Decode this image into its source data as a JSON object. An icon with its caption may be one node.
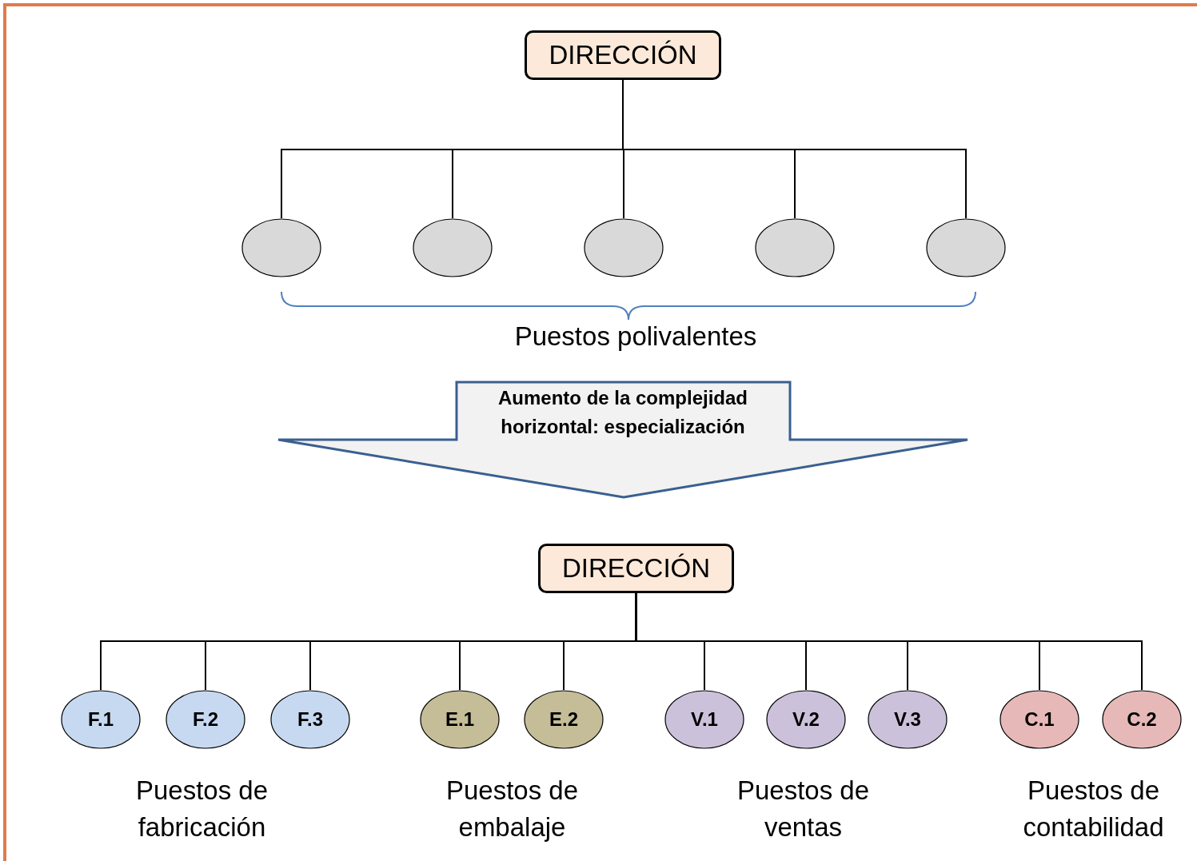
{
  "diagram": {
    "nodes": [
      {
        "text": [
          "DIRECCIÓN"
        ]
      },
      {
        "text": [],
        "shape": "circle"
      },
      {
        "text": [],
        "shape": "circle"
      },
      {
        "text": [],
        "shape": "circle"
      },
      {
        "text": [],
        "shape": "circle"
      },
      {
        "text": [],
        "shape": "circle"
      },
      {
        "text": [
          "Aumento de la complejidad horizontal: especialización"
        ]
      },
      {
        "text": [
          "DIRECCIÓN"
        ]
      },
      {
        "text": [
          "F.1"
        ]
      },
      {
        "text": [
          "F.2"
        ]
      },
      {
        "text": [
          "F.3"
        ]
      },
      {
        "text": [
          "E.1"
        ]
      },
      {
        "text": [
          "E.2"
        ]
      },
      {
        "text": [
          "V.1"
        ]
      },
      {
        "text": [
          "V.2"
        ]
      },
      {
        "text": [
          "V.3"
        ]
      },
      {
        "text": [
          "C.1"
        ]
      },
      {
        "text": [
          "C.2"
        ]
      }
    ],
    "edges": [
      {
        "from": 0,
        "to": 1,
        "arrow": "none"
      },
      {
        "from": 0,
        "to": 2,
        "arrow": "none"
      },
      {
        "from": 0,
        "to": 3,
        "arrow": "none"
      },
      {
        "from": 0,
        "to": 4,
        "arrow": "none"
      },
      {
        "from": 0,
        "to": 5,
        "arrow": "none"
      },
      {
        "from": 7,
        "to": 8,
        "arrow": "none"
      },
      {
        "from": 7,
        "to": 9,
        "arrow": "none"
      },
      {
        "from": 7,
        "to": 10,
        "arrow": "none"
      },
      {
        "from": 7,
        "to": 11,
        "arrow": "none"
      },
      {
        "from": 7,
        "to": 12,
        "arrow": "none"
      },
      {
        "from": 7,
        "to": 13,
        "arrow": "none"
      },
      {
        "from": 7,
        "to": 14,
        "arrow": "none"
      },
      {
        "from": 7,
        "to": 15,
        "arrow": "none"
      },
      {
        "from": 7,
        "to": 16,
        "arrow": "none"
      },
      {
        "from": 7,
        "to": 17,
        "arrow": "none"
      }
    ],
    "labels": [
      "Puestos polivalentes",
      "Puestos de fabricación",
      "Puestos de embalaje",
      "Puestos de ventas",
      "Puestos de contabilidad"
    ]
  }
}
